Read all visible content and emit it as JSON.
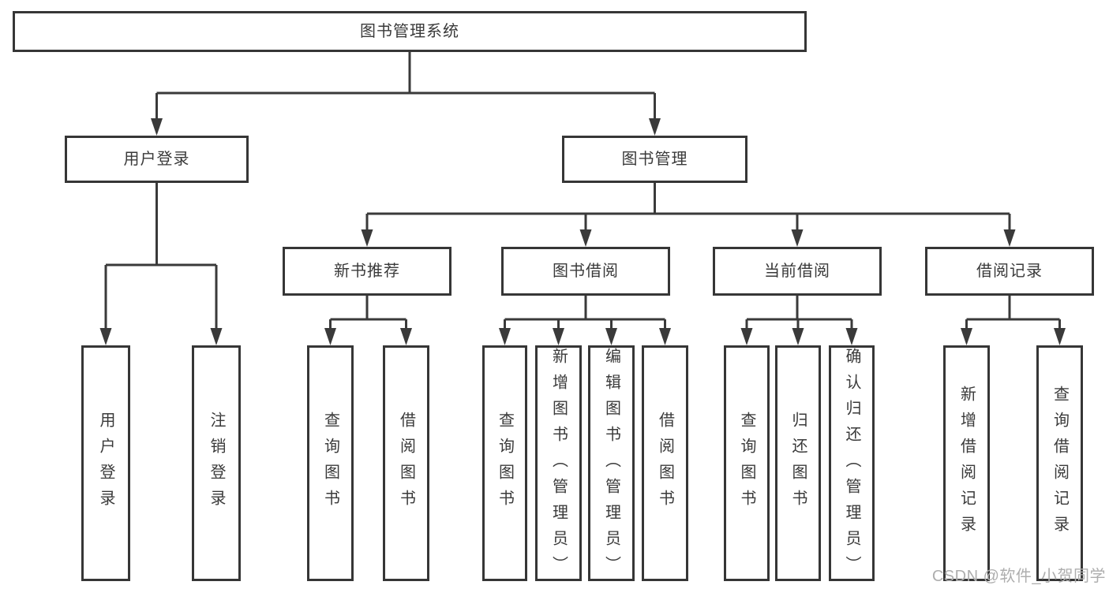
{
  "tree": {
    "root": "图书管理系统",
    "branches": [
      {
        "label": "用户登录",
        "children": [
          "用户登录",
          "注销登录"
        ]
      },
      {
        "label": "图书管理",
        "groups": [
          {
            "label": "新书推荐",
            "children": [
              "查询图书",
              "借阅图书"
            ]
          },
          {
            "label": "图书借阅",
            "children": [
              "查询图书",
              "新增图书（管理员）",
              "编辑图书（管理员）",
              "借阅图书"
            ]
          },
          {
            "label": "当前借阅",
            "children": [
              "查询图书",
              "归还图书",
              "确认归还（管理员）"
            ]
          },
          {
            "label": "借阅记录",
            "children": [
              "新增借阅记录",
              "查询借阅记录"
            ]
          }
        ]
      }
    ]
  },
  "watermark": "CSDN @软件_小贺同学",
  "colors": {
    "line": "#3a3a3a",
    "box_border": "#363636",
    "text": "#3a3a3a",
    "watermark": "#aeaeae",
    "background": "#ffffff"
  }
}
